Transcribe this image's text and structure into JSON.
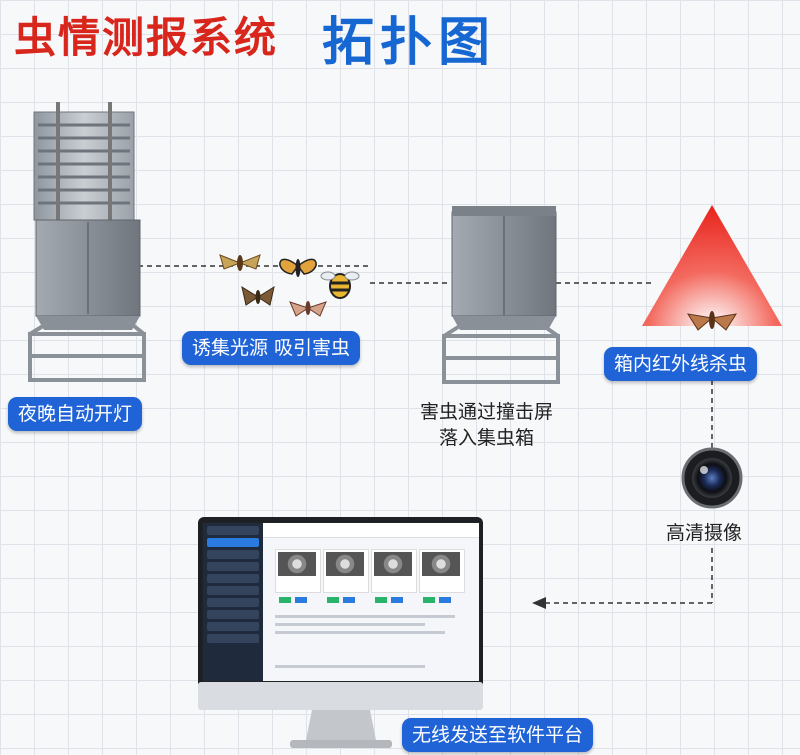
{
  "title": {
    "main": "虫情测报系统",
    "sub": "拓扑图"
  },
  "labels": {
    "night_light": "夜晚自动开灯",
    "lure": "诱集光源 吸引害虫",
    "hit_screen": "害虫通过撞击屏\n落入集虫箱",
    "infrared": "箱内红外线杀虫",
    "camera": "高清摄像",
    "upload": "无线发送至软件平台"
  },
  "colors": {
    "title_red": "#d8261d",
    "title_blue": "#1767d2",
    "pill_blue": "#1f63d6",
    "cone_red": "#e8221b"
  },
  "icons": [
    "insect-trap-device",
    "collection-box-device",
    "moth-icon",
    "butterfly-icon",
    "bee-icon",
    "infrared-cone-icon",
    "camera-lens-icon",
    "monitor-icon"
  ]
}
